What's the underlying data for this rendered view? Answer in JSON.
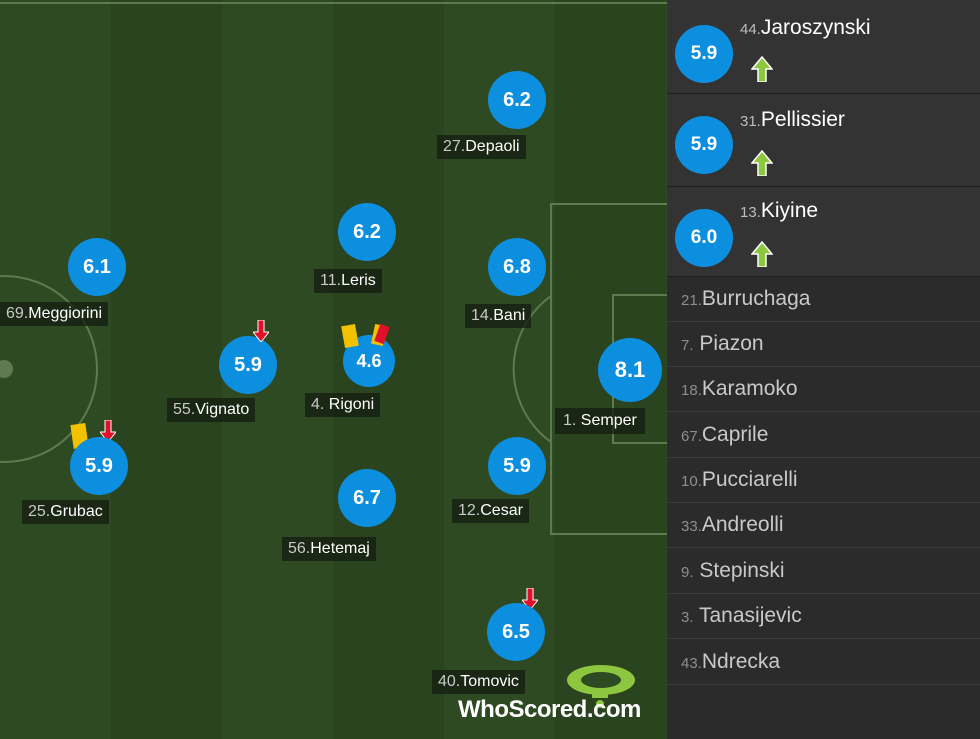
{
  "pitch_players": [
    {
      "name": "Depaoli",
      "number": "27.",
      "rating": "6.2"
    },
    {
      "name": "Meggiorini",
      "number": "69.",
      "rating": "6.1"
    },
    {
      "name": "Leris",
      "number": "11.",
      "rating": "6.2"
    },
    {
      "name": "Bani",
      "number": "14.",
      "rating": "6.8"
    },
    {
      "name": "Vignato",
      "number": "55.",
      "rating": "5.9"
    },
    {
      "name": "Rigoni",
      "number": "4.",
      "rating": "4.6"
    },
    {
      "name": "Semper",
      "number": "1.",
      "rating": "8.1"
    },
    {
      "name": "Grubac",
      "number": "25.",
      "rating": "5.9"
    },
    {
      "name": "Cesar",
      "number": "12.",
      "rating": "5.9"
    },
    {
      "name": "Hetemaj",
      "number": "56.",
      "rating": "6.7"
    },
    {
      "name": "Tomovic",
      "number": "40.",
      "rating": "6.5"
    }
  ],
  "substitutes": [
    {
      "name": "Jaroszynski",
      "number": "44.",
      "rating": "5.9"
    },
    {
      "name": "Pellissier",
      "number": "31.",
      "rating": "5.9"
    },
    {
      "name": "Kiyine",
      "number": "13.",
      "rating": "6.0"
    }
  ],
  "unused_subs": [
    {
      "name": "Burruchaga",
      "number": "21."
    },
    {
      "name": "Piazon",
      "number": "7."
    },
    {
      "name": "Karamoko",
      "number": "18."
    },
    {
      "name": "Caprile",
      "number": "67."
    },
    {
      "name": "Pucciarelli",
      "number": "10."
    },
    {
      "name": "Andreolli",
      "number": "33."
    },
    {
      "name": "Stepinski",
      "number": "9."
    },
    {
      "name": "Tanasijevic",
      "number": "3."
    },
    {
      "name": "Ndrecka",
      "number": "43."
    }
  ],
  "logo": {
    "brand": "WhoScored",
    "suffix": ".com"
  },
  "colors": {
    "rating_bg": "#0d8fe0",
    "sub_out_arrow": "#e0102a",
    "sub_in_arrow": "#8dc63f",
    "yellow_card": "#f2c200",
    "red_card": "#e0102a"
  },
  "icons": {
    "sub_out": "arrow-down-icon",
    "sub_in": "arrow-up-icon",
    "yellow": "yellow-card-icon",
    "second_yellow": "second-yellow-card-icon"
  }
}
